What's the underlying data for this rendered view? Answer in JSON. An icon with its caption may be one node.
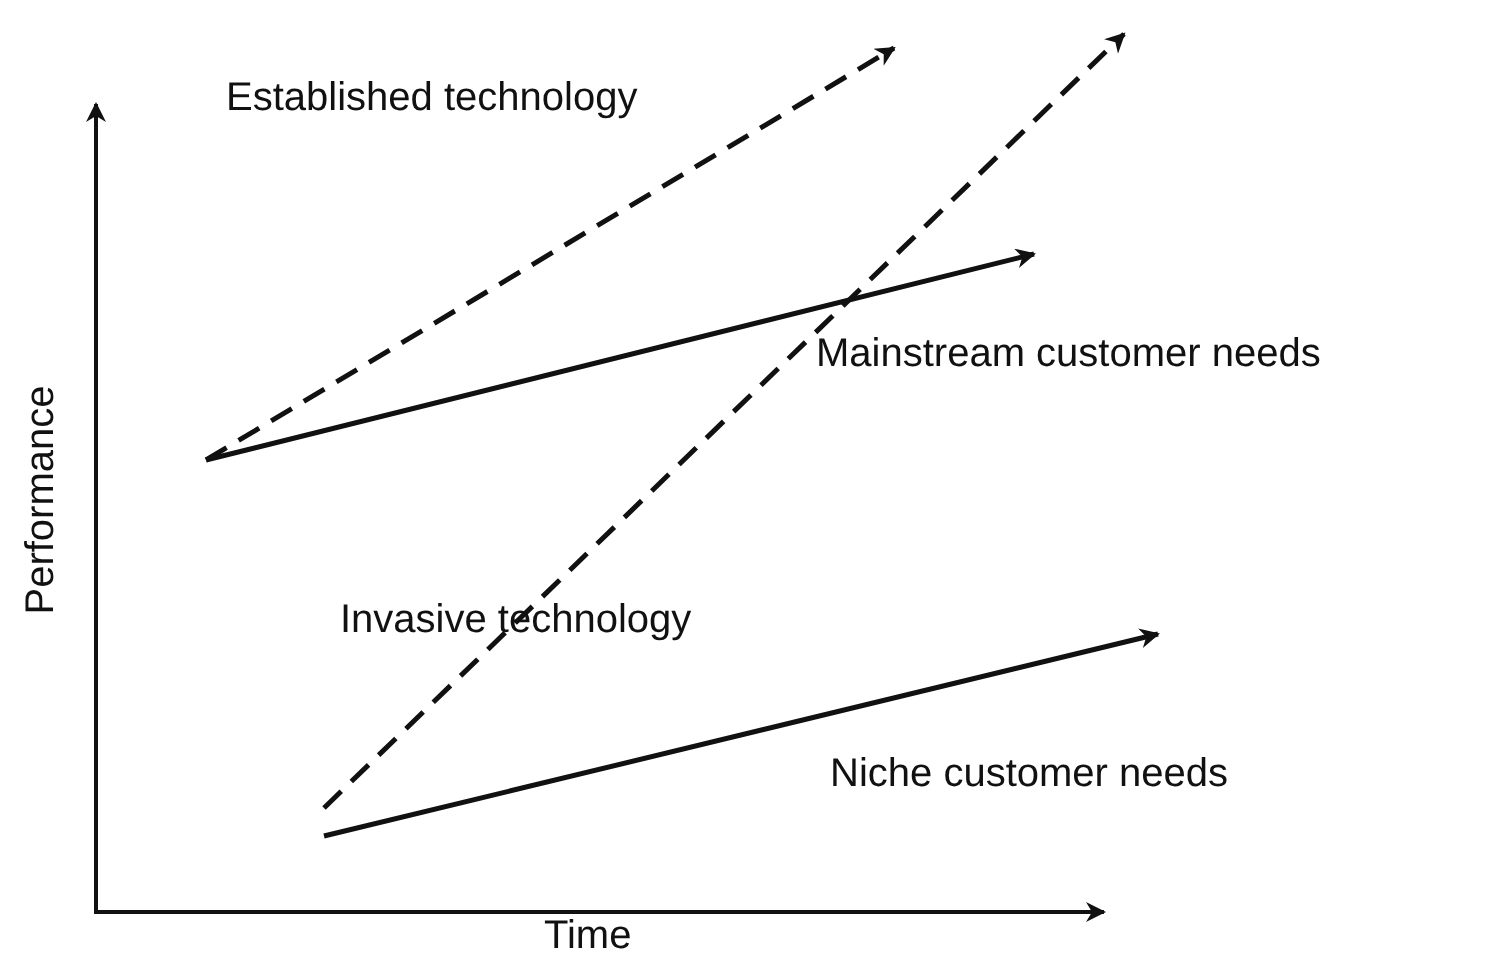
{
  "diagram": {
    "labels": [
      "Established technology",
      "Mainstream customer needs",
      "Performance",
      "Invasive technology",
      "Niche customer needs",
      "Time"
    ]
  }
}
